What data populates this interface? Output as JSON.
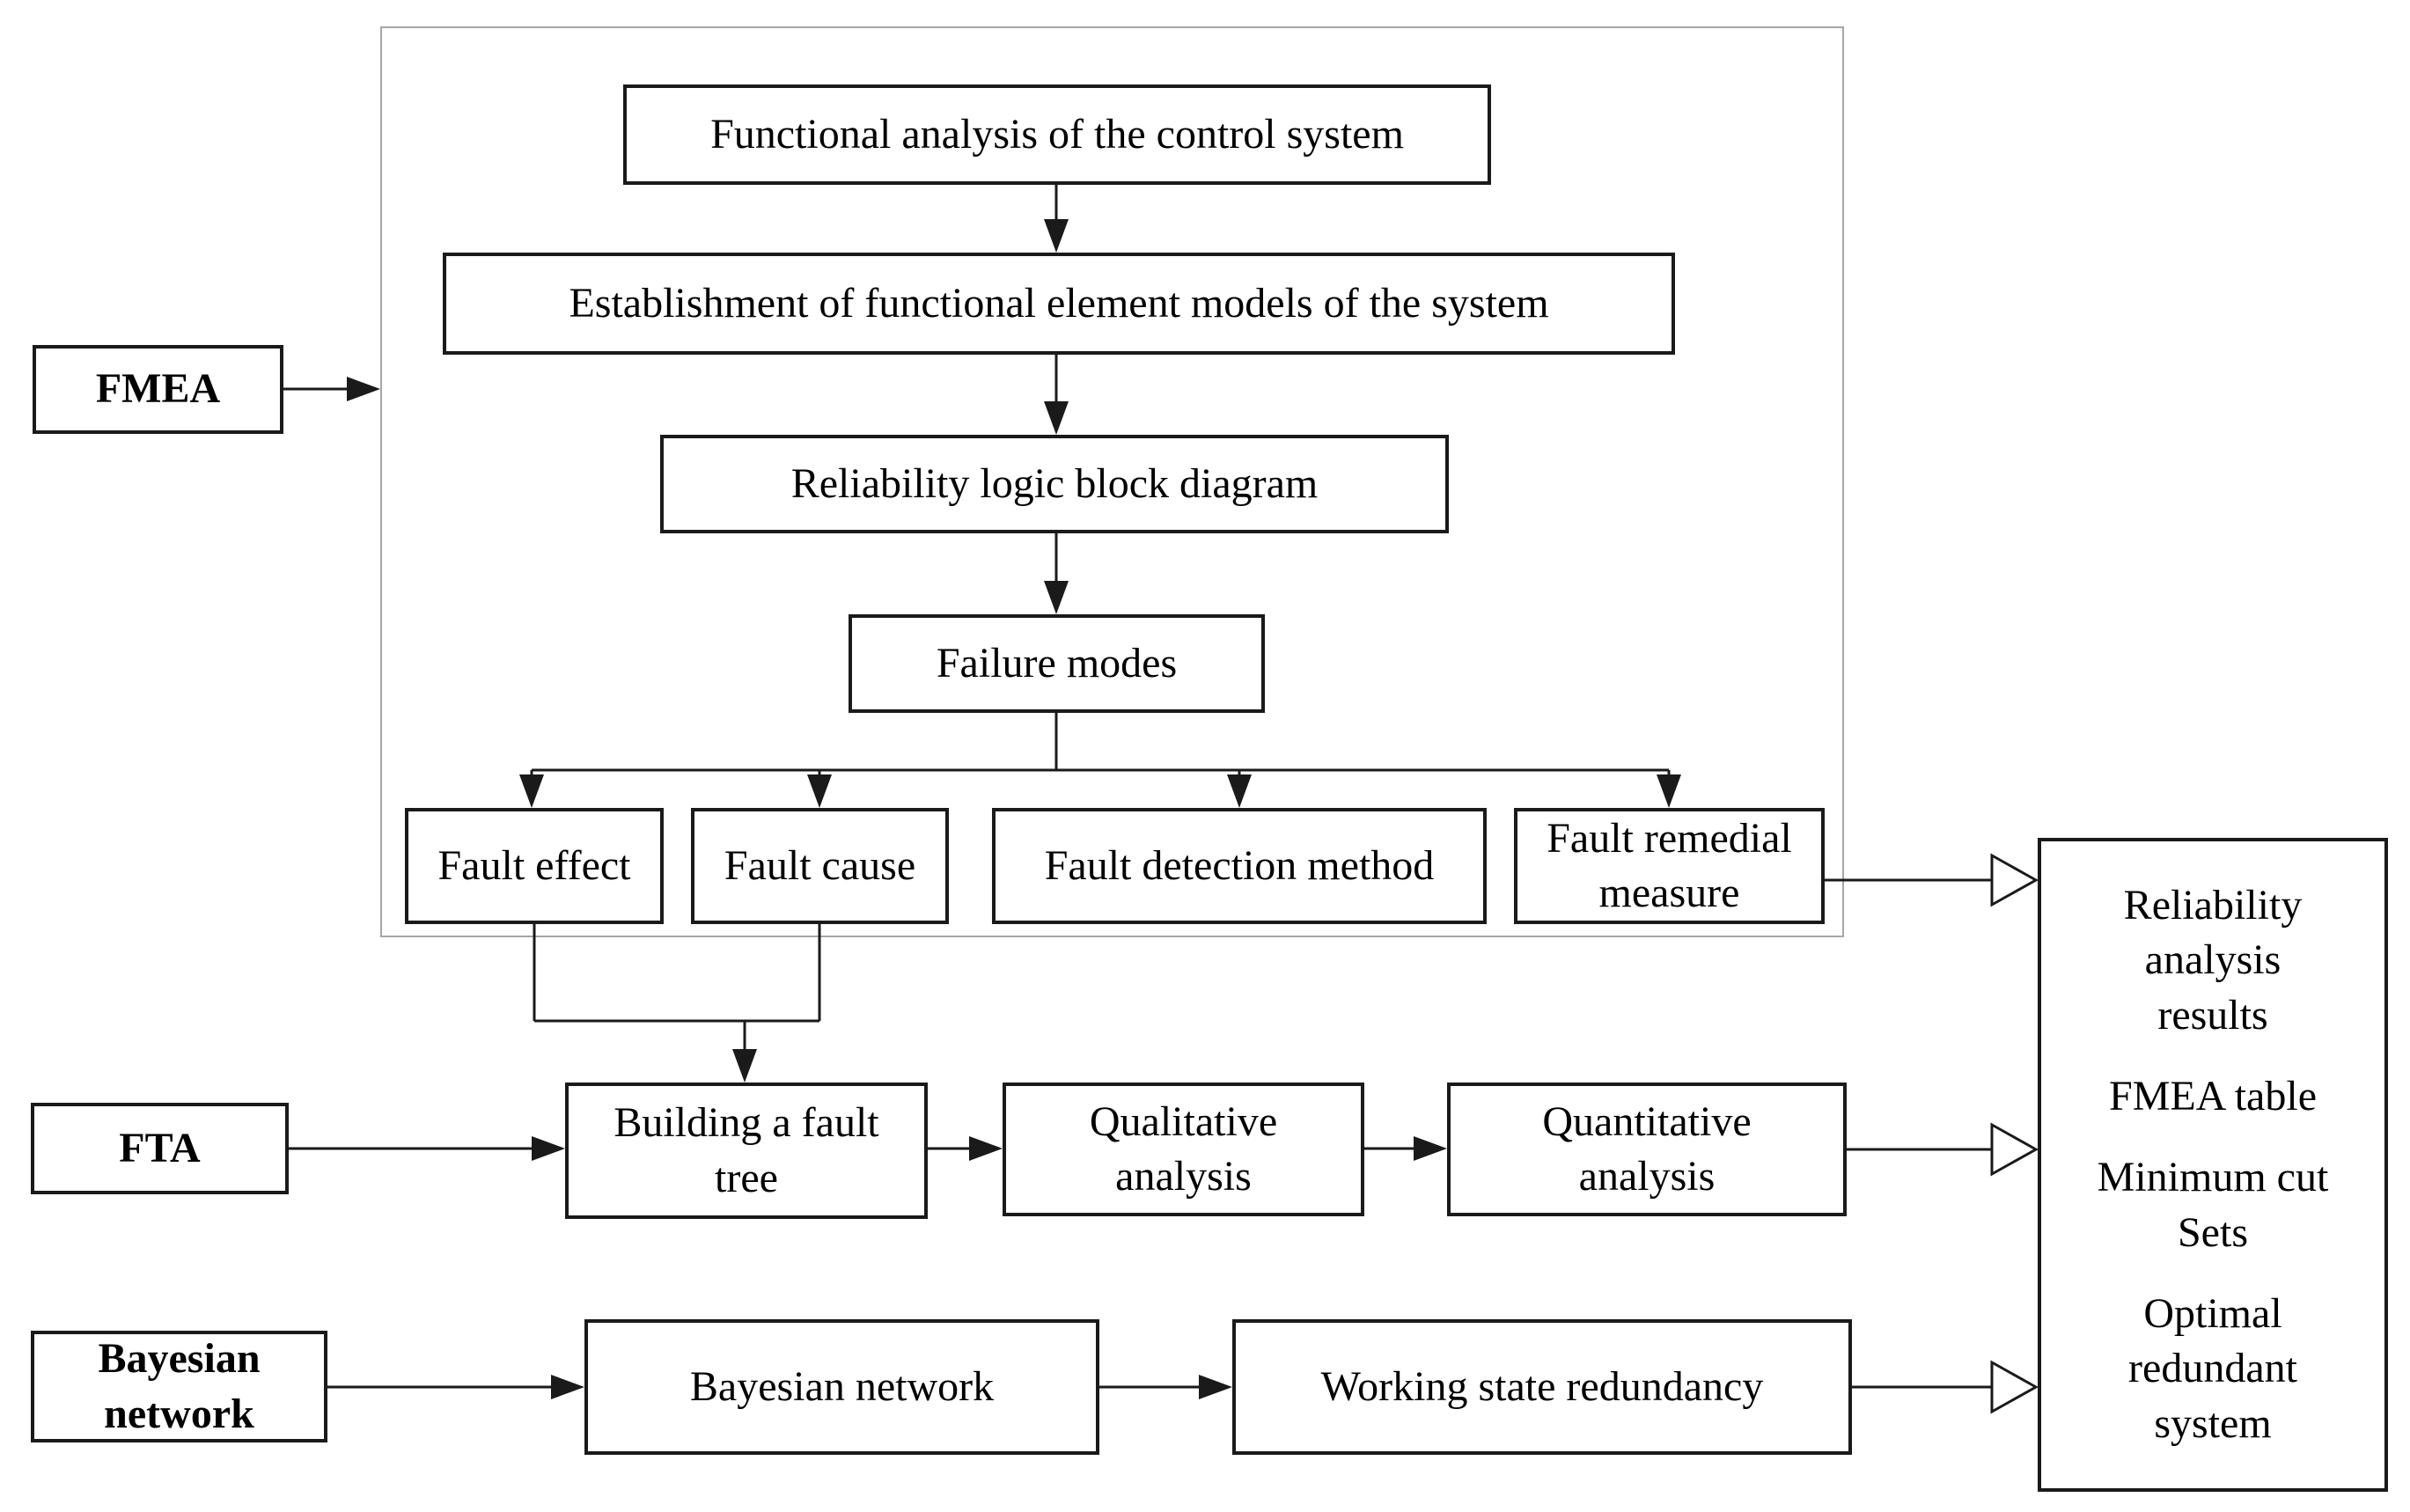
{
  "method_labels": {
    "fmea": "FMEA",
    "fta": "FTA",
    "bayesian": "Bayesian\nnetwork"
  },
  "fmea_steps": {
    "functional_analysis": "Functional analysis of the control system",
    "element_models": "Establishment of functional element models of the system",
    "logic_block_diagram": "Reliability logic block diagram",
    "failure_modes": "Failure modes",
    "fault_effect": "Fault effect",
    "fault_cause": "Fault cause",
    "fault_detection": "Fault detection method",
    "fault_remedial": "Fault remedial\nmeasure"
  },
  "fta_steps": {
    "building_fault_tree": "Building a fault\ntree",
    "qualitative_analysis": "Qualitative\nanalysis",
    "quantitative_analysis": "Quantitative\nanalysis"
  },
  "bayesian_steps": {
    "bayesian_network": "Bayesian network",
    "working_state_redundancy": "Working state redundancy"
  },
  "results": {
    "reliability": "Reliability\nanalysis\nresults",
    "fmea_table": "FMEA table",
    "minimum_cut_sets": "Minimum cut\nSets",
    "optimal_redundant": "Optimal\nredundant\nsystem"
  },
  "colors": {
    "line": "#1a1a1a",
    "container_border": "#a6a6a6",
    "background": "#ffffff",
    "text": "#000000"
  }
}
